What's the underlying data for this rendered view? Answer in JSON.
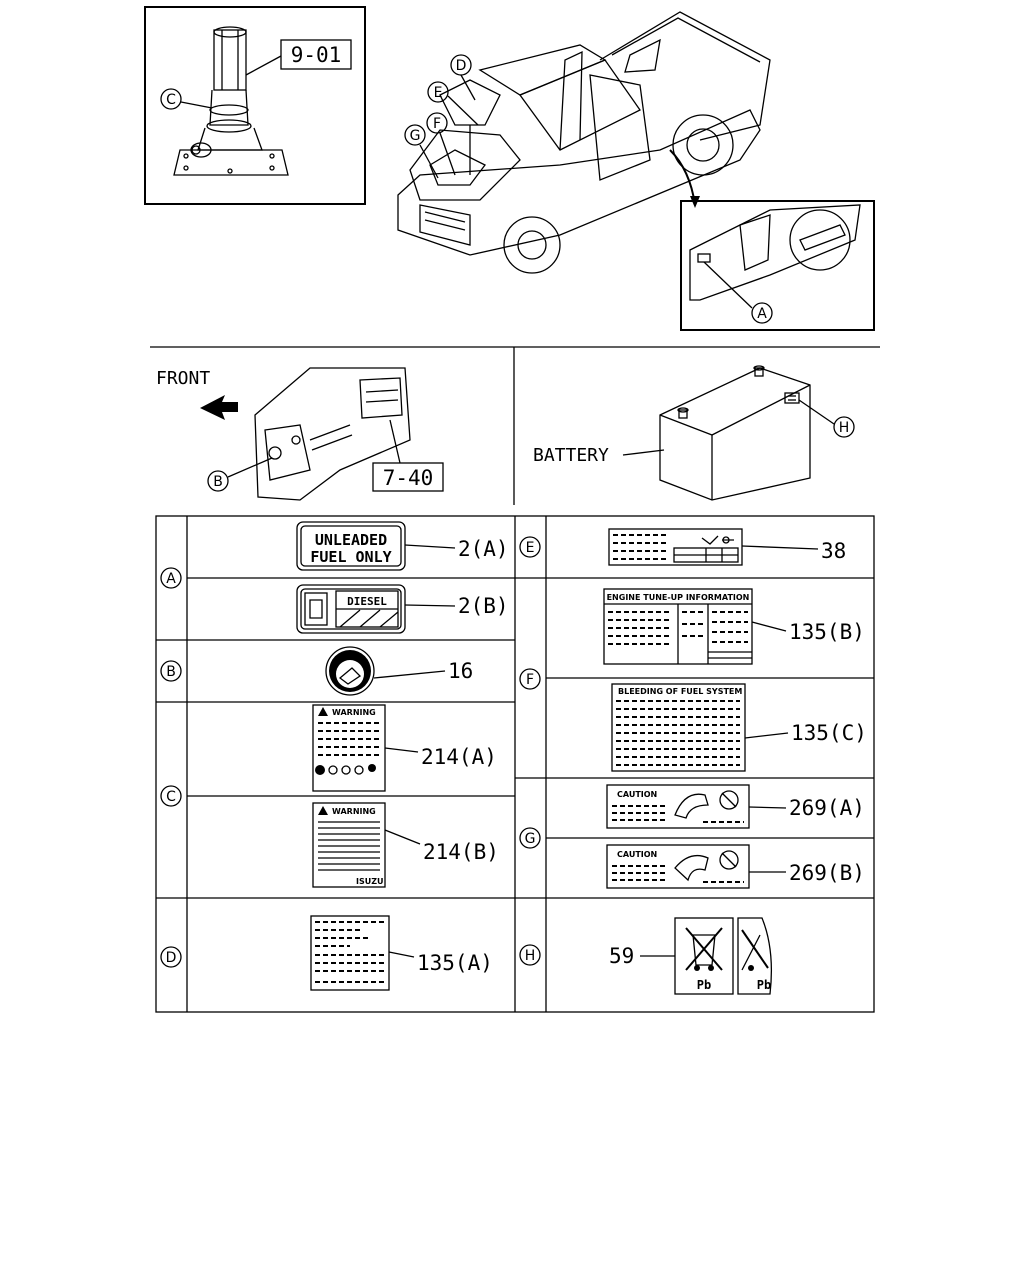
{
  "top": {
    "ref_9_01": "9-01",
    "ref_7_40": "7-40",
    "front_label": "FRONT",
    "battery_label": "BATTERY",
    "callouts": {
      "A": "A",
      "B": "B",
      "C": "C",
      "D": "D",
      "E": "E",
      "F": "F",
      "G": "G",
      "H": "H"
    }
  },
  "table": {
    "rows": {
      "A": "A",
      "B": "B",
      "C": "C",
      "D": "D",
      "E": "E",
      "F": "F",
      "G": "G",
      "H": "H"
    },
    "parts": {
      "a1": "2(A)",
      "a2": "2(B)",
      "b": "16",
      "c1": "214(A)",
      "c2": "214(B)",
      "d": "135(A)",
      "e": "38",
      "f1": "135(B)",
      "f2": "135(C)",
      "g1": "269(A)",
      "g2": "269(B)",
      "h": "59"
    },
    "decals": {
      "unleaded_line1": "UNLEADED",
      "unleaded_line2": "FUEL ONLY",
      "diesel": "DIESEL",
      "warning": "WARNING",
      "isuzu": "ISUZU",
      "tuneup": "ENGINE TUNE-UP INFORMATION",
      "bleeding": "BLEEDING OF FUEL SYSTEM",
      "caution": "CAUTION",
      "pb": "Pb"
    }
  }
}
